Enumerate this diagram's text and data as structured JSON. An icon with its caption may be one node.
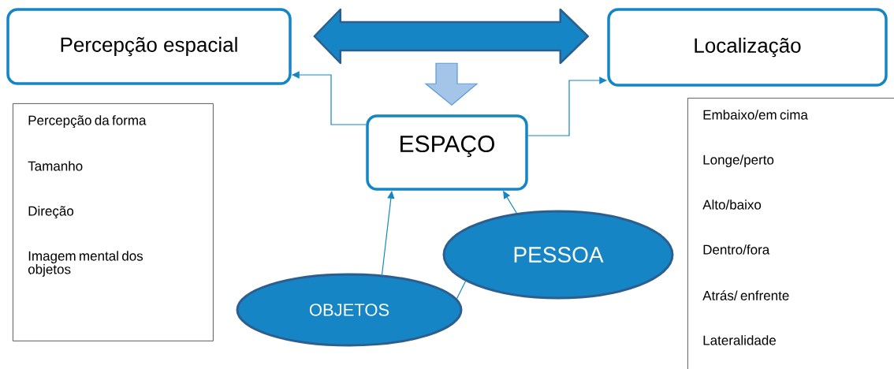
{
  "diagram": {
    "nodes": [
      {
        "text": [
          "Percepção espacial"
        ]
      },
      {
        "text": [
          "Localização"
        ]
      },
      {
        "text": [
          "ESPAÇO"
        ]
      },
      {
        "text": [
          "Percepção da forma",
          "Tamanho",
          "Direção",
          "Imagem mental dos objetos"
        ]
      },
      {
        "text": [
          "Embaixo/em cima",
          "Longe/perto",
          "Alto/baixo",
          "Dentro/fora",
          "Atrás/ enfrente",
          "Lateralidade"
        ]
      },
      {
        "text": [
          "OBJETOS"
        ]
      },
      {
        "text": [
          "PESSOA"
        ]
      }
    ],
    "edges": [
      {
        "from": 0,
        "to": 1,
        "arrow": "both",
        "style": "thick"
      },
      {
        "from": null,
        "to": 2,
        "arrow": "to",
        "style": "thick",
        "color": "#a4c4e8"
      },
      {
        "from": 2,
        "to": 0,
        "arrow": "to"
      },
      {
        "from": 2,
        "to": 1,
        "arrow": "to"
      },
      {
        "from": 5,
        "to": 2,
        "arrow": "to"
      },
      {
        "from": 6,
        "to": 2,
        "arrow": "to"
      },
      {
        "from": 5,
        "to": 6,
        "arrow": "none"
      }
    ]
  }
}
